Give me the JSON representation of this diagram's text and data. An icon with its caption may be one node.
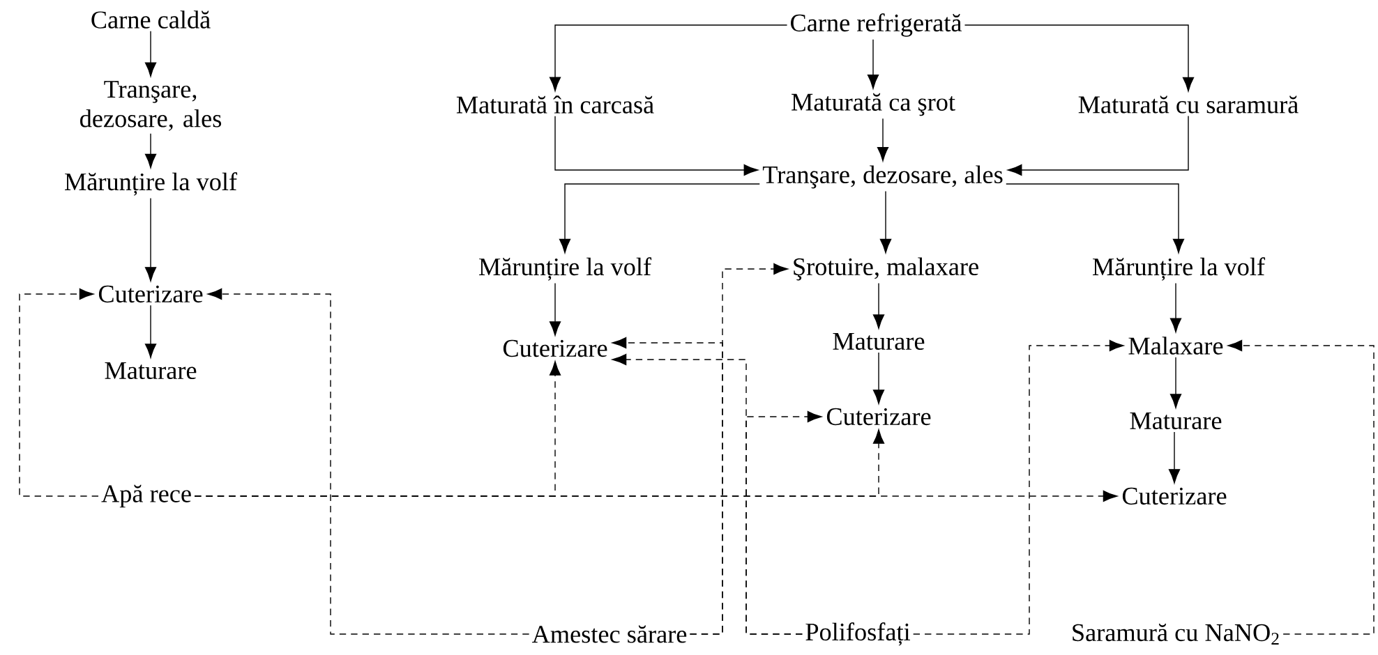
{
  "diagram": {
    "nodes": [
      {
        "text": [
          "Carne caldă"
        ]
      },
      {
        "text": [
          "Tranşare, dezosare, ales"
        ]
      },
      {
        "text": [
          "Mărunțire la volf"
        ]
      },
      {
        "text": [
          "Cuterizare"
        ]
      },
      {
        "text": [
          "Maturare"
        ]
      },
      {
        "text": [
          "Apă rece"
        ]
      },
      {
        "text": [
          "Carne refrigerată"
        ]
      },
      {
        "text": [
          "Maturată în carcasă"
        ]
      },
      {
        "text": [
          "Maturată ca şrot"
        ]
      },
      {
        "text": [
          "Maturată cu saramură"
        ]
      },
      {
        "text": [
          "Tranşare, dezosare, ales"
        ]
      },
      {
        "text": [
          "Mărunțire la volf"
        ]
      },
      {
        "text": [
          "Cuterizare"
        ]
      },
      {
        "text": [
          "Şrotuire, malaxare"
        ]
      },
      {
        "text": [
          "Maturare"
        ]
      },
      {
        "text": [
          "Cuterizare"
        ]
      },
      {
        "text": [
          "Mărunțire la volf"
        ]
      },
      {
        "text": [
          "Malaxare"
        ]
      },
      {
        "text": [
          "Maturare"
        ]
      },
      {
        "text": [
          "Cuterizare"
        ]
      },
      {
        "text": [
          "Amestec sărare"
        ]
      },
      {
        "text": [
          "Polifosfați"
        ]
      },
      {
        "text": [
          "Saramură cu NaNO$_{2}$"
        ]
      }
    ],
    "edges": [
      {
        "from": 0,
        "to": 1,
        "arrow": "to"
      },
      {
        "from": 1,
        "to": 2,
        "arrow": "to"
      },
      {
        "from": 2,
        "to": 3,
        "arrow": "to"
      },
      {
        "from": 3,
        "to": 4,
        "arrow": "to"
      },
      {
        "from": 6,
        "to": 7,
        "arrow": "to"
      },
      {
        "from": 6,
        "to": 8,
        "arrow": "to"
      },
      {
        "from": 6,
        "to": 9,
        "arrow": "to"
      },
      {
        "from": 7,
        "to": 10,
        "arrow": "to"
      },
      {
        "from": 8,
        "to": 10,
        "arrow": "to"
      },
      {
        "from": 9,
        "to": 10,
        "arrow": "to"
      },
      {
        "from": 10,
        "to": 11,
        "arrow": "to"
      },
      {
        "from": 10,
        "to": 13,
        "arrow": "to"
      },
      {
        "from": 10,
        "to": 16,
        "arrow": "to"
      },
      {
        "from": 11,
        "to": 12,
        "arrow": "to"
      },
      {
        "from": 13,
        "to": 14,
        "arrow": "to"
      },
      {
        "from": 14,
        "to": 15,
        "arrow": "to"
      },
      {
        "from": 16,
        "to": 17,
        "arrow": "to"
      },
      {
        "from": 17,
        "to": 18,
        "arrow": "to"
      },
      {
        "from": 18,
        "to": 19,
        "arrow": "to"
      },
      {
        "from": 5,
        "to": 3,
        "arrow": "to",
        "style": "dashed"
      },
      {
        "from": 5,
        "to": 12,
        "arrow": "to",
        "style": "dashed"
      },
      {
        "from": 5,
        "to": 15,
        "arrow": "to",
        "style": "dashed"
      },
      {
        "from": 5,
        "to": 19,
        "arrow": "to",
        "style": "dashed"
      },
      {
        "from": 20,
        "to": 3,
        "arrow": "to",
        "style": "dashed"
      },
      {
        "from": 20,
        "to": 12,
        "arrow": "to",
        "style": "dashed"
      },
      {
        "from": 20,
        "to": 13,
        "arrow": "to",
        "style": "dashed"
      },
      {
        "from": 21,
        "to": 12,
        "arrow": "to",
        "style": "dashed"
      },
      {
        "from": 21,
        "to": 15,
        "arrow": "to",
        "style": "dashed"
      },
      {
        "from": 21,
        "to": 17,
        "arrow": "to",
        "style": "dashed"
      },
      {
        "from": 22,
        "to": 17,
        "arrow": "to",
        "style": "dashed"
      }
    ]
  }
}
